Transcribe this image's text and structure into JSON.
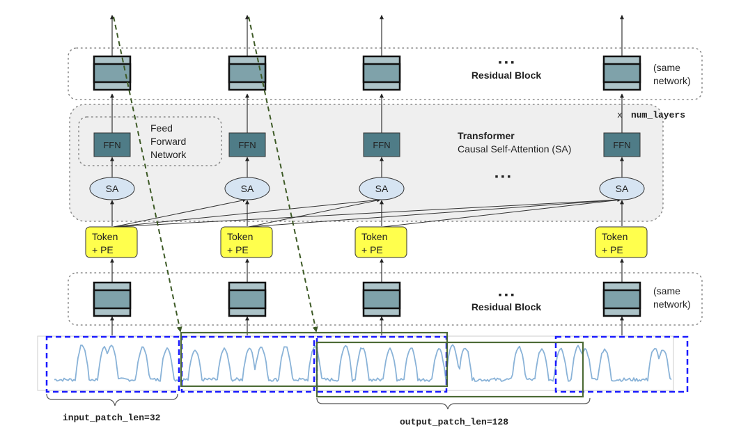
{
  "top_group": {
    "title": "Residual Block",
    "note_line1": "(same",
    "note_line2": "network)",
    "ellipsis": "▪ ▪ ▪",
    "multiplier_prefix": "x",
    "multiplier_label": "num_layers"
  },
  "transformer": {
    "title": "Transformer",
    "subtitle": "Causal Self-Attention (SA)",
    "ellipsis": "▪ ▪ ▪",
    "ffn_group_line1": "Feed",
    "ffn_group_line2": "Forward",
    "ffn_group_line3": "Network"
  },
  "bottom_group": {
    "title": "Residual Block",
    "note_line1": "(same",
    "note_line2": "network)",
    "ellipsis": "▪ ▪ ▪"
  },
  "columns": [
    {
      "ffn": "FFN",
      "sa": "SA",
      "token_line1": "Token",
      "token_line2": "+ PE"
    },
    {
      "ffn": "FFN",
      "sa": "SA",
      "token_line1": "Token",
      "token_line2": "+ PE"
    },
    {
      "ffn": "FFN",
      "sa": "SA",
      "token_line1": "Token",
      "token_line2": "+ PE"
    },
    {
      "ffn": "FFN",
      "sa": "SA",
      "token_line1": "Token",
      "token_line2": "+ PE"
    }
  ],
  "timeseries": {
    "input_label": "input_patch_len=32",
    "output_label": "output_patch_len=128"
  },
  "colors": {
    "residual_outer": "#ACC3C8",
    "residual_inner": "#7FA2AA",
    "ffn": "#4F7C87",
    "sa": "#D6E4F2",
    "token": "#FFFF4D",
    "transformer_bg": "#EFEFEF",
    "input_patch": "#1A1AFF",
    "output_patch": "#4D6B36",
    "series": "#8AB3D8"
  }
}
